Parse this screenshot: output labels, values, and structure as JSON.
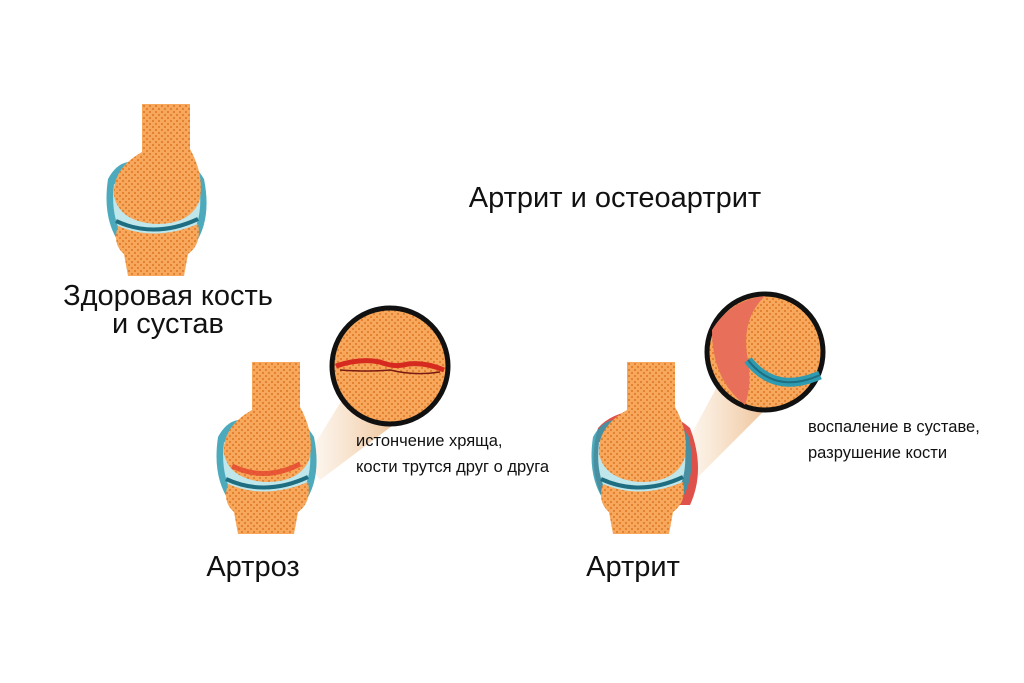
{
  "title": "Артрит и остеоартрит",
  "healthy": {
    "label_line1": "Здоровая кость",
    "label_line2": "и сустав"
  },
  "arthrosis": {
    "label": "Артроз",
    "note_line1": "истончение хряща,",
    "note_line2": "кости трутся друг о друга"
  },
  "arthritis": {
    "label": "Артрит",
    "note_line1": "воспаление в суставе,",
    "note_line2": "разрушение кости"
  },
  "colors": {
    "bone": "#f6a65a",
    "cartilage": "#2e9bb0",
    "inflammation": "#d8342c"
  }
}
